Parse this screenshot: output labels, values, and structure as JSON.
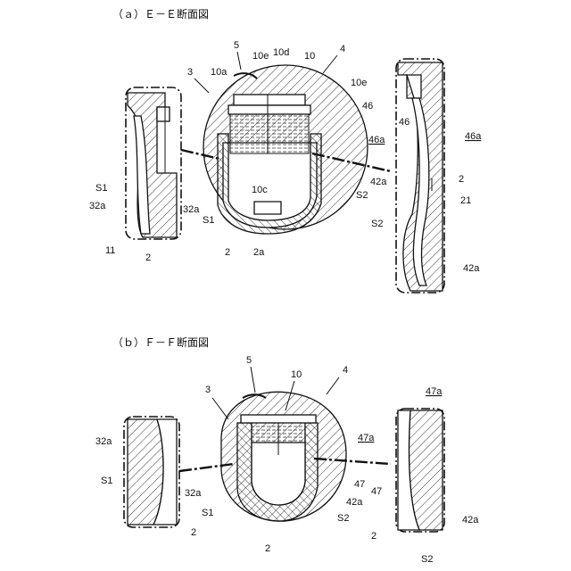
{
  "captions": {
    "a": "（ａ）Ｅ－Ｅ断面図",
    "b": "（ｂ）Ｆ－Ｆ断面図"
  },
  "labels_a": {
    "n5": "5",
    "n4": "4",
    "n3": "3",
    "n10": "10",
    "n10a": "10a",
    "n10d": "10d",
    "n10e_l": "10e",
    "n10e_r": "10e",
    "n10c": "10c",
    "n46_in": "46",
    "n46_out": "46",
    "n46a_in": "46a",
    "n46a_out": "46a",
    "n42a_c": "42a",
    "n42a_r": "42a",
    "n2_c": "2",
    "n2_l": "2",
    "n2_r": "2",
    "n2a": "2a",
    "S1_l": "S1",
    "S1_c": "S1",
    "S2_c": "S2",
    "S2_r": "S2",
    "n32a_l": "32a",
    "n32a_c": "32a",
    "n11": "11",
    "n21": "21"
  },
  "labels_b": {
    "n5": "5",
    "n10": "10",
    "n4": "4",
    "n3": "3",
    "n47a_c": "47a",
    "n47a_r": "47a",
    "n47_c": "47",
    "n47_r": "47",
    "n32a_l": "32a",
    "n32a_c": "32a",
    "S1_l": "S1",
    "S1_c": "S1",
    "S2_c": "S2",
    "S2_r": "S2",
    "n42a_c": "42a",
    "n42a_r": "42a",
    "n2_l": "2",
    "n2_c": "2",
    "n2_r": "2"
  }
}
